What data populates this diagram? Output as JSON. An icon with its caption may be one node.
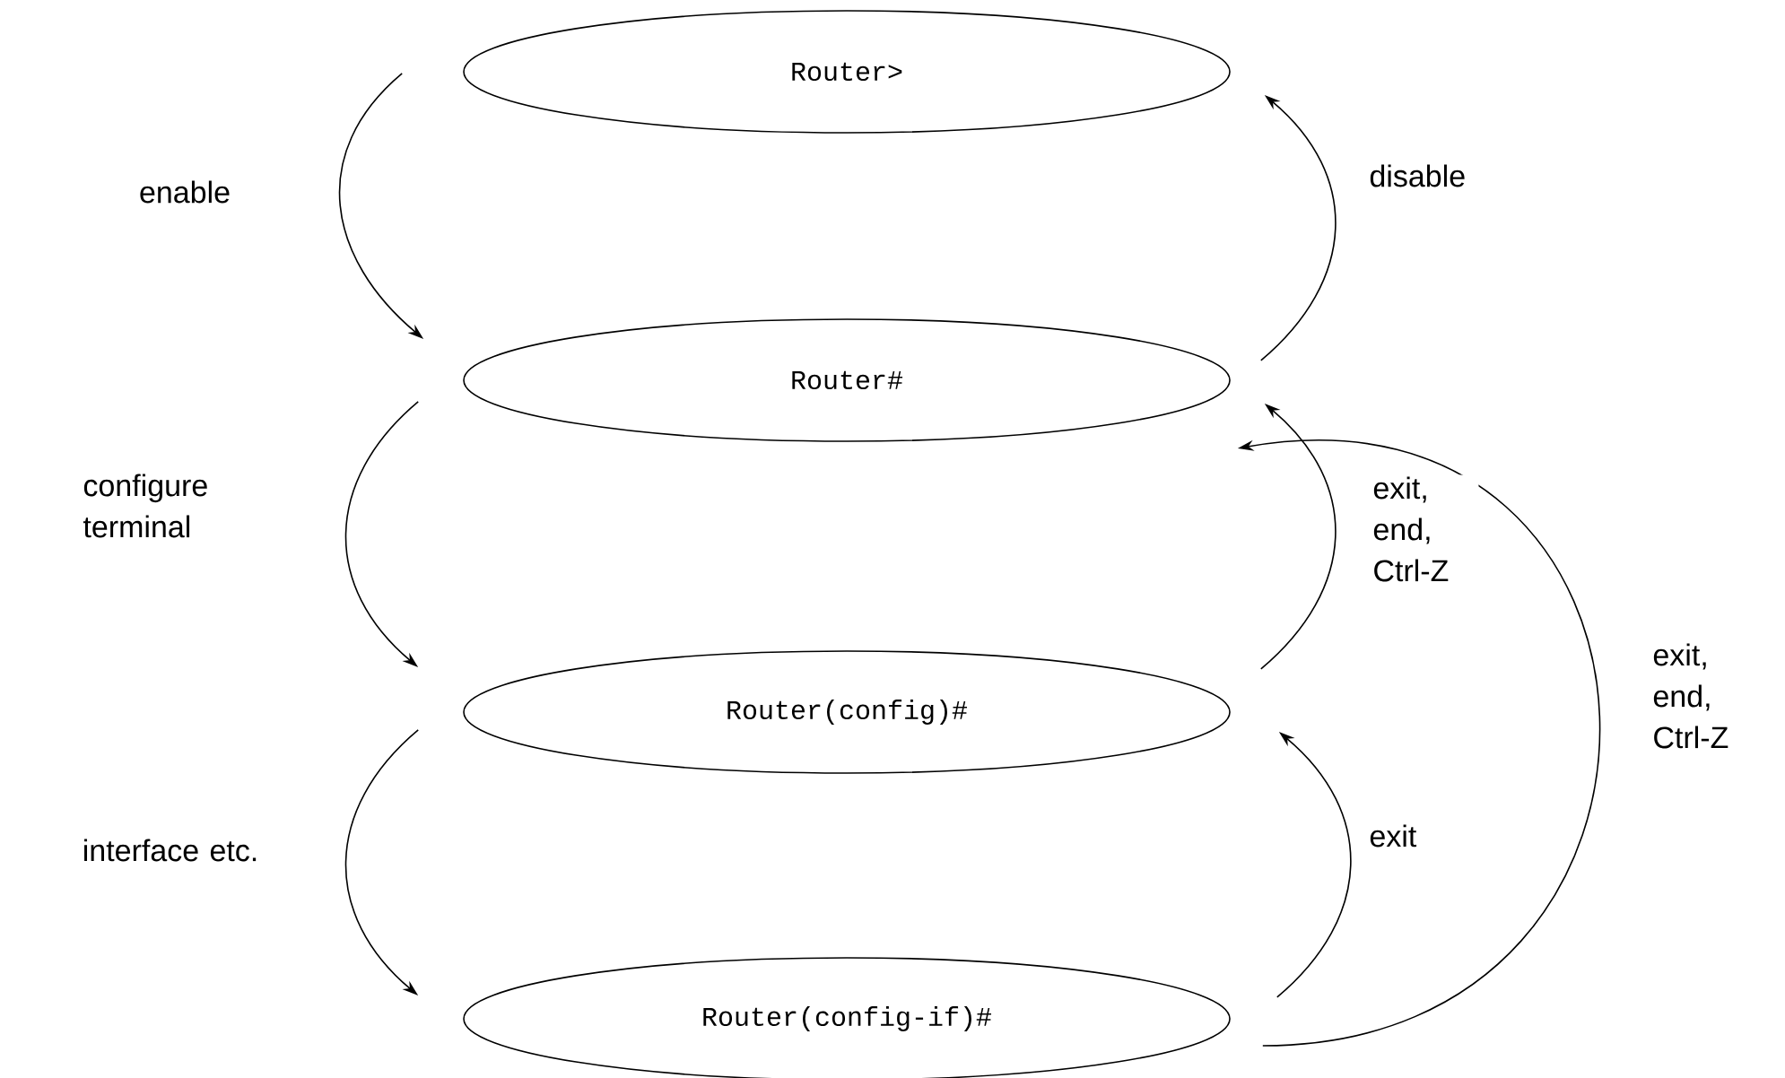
{
  "diagram": {
    "nodes": [
      {
        "text": [
          "Router>"
        ]
      },
      {
        "text": [
          "Router#"
        ]
      },
      {
        "text": [
          "Router(config)#"
        ]
      },
      {
        "text": [
          "Router(config-if)#"
        ]
      }
    ],
    "edges": [
      {
        "from": 0,
        "to": 1,
        "arrow": "to",
        "label": "enable"
      },
      {
        "from": 1,
        "to": 0,
        "arrow": "to",
        "label": "disable"
      },
      {
        "from": 1,
        "to": 2,
        "arrow": "to",
        "label": "configure terminal"
      },
      {
        "from": 2,
        "to": 1,
        "arrow": "to",
        "label": "exit, end, Ctrl-Z"
      },
      {
        "from": 2,
        "to": 3,
        "arrow": "to",
        "label": "interface etc."
      },
      {
        "from": 3,
        "to": 2,
        "arrow": "to",
        "label": "exit"
      },
      {
        "from": 3,
        "to": 1,
        "arrow": "to",
        "label": "exit, end, Ctrl-Z"
      }
    ]
  }
}
